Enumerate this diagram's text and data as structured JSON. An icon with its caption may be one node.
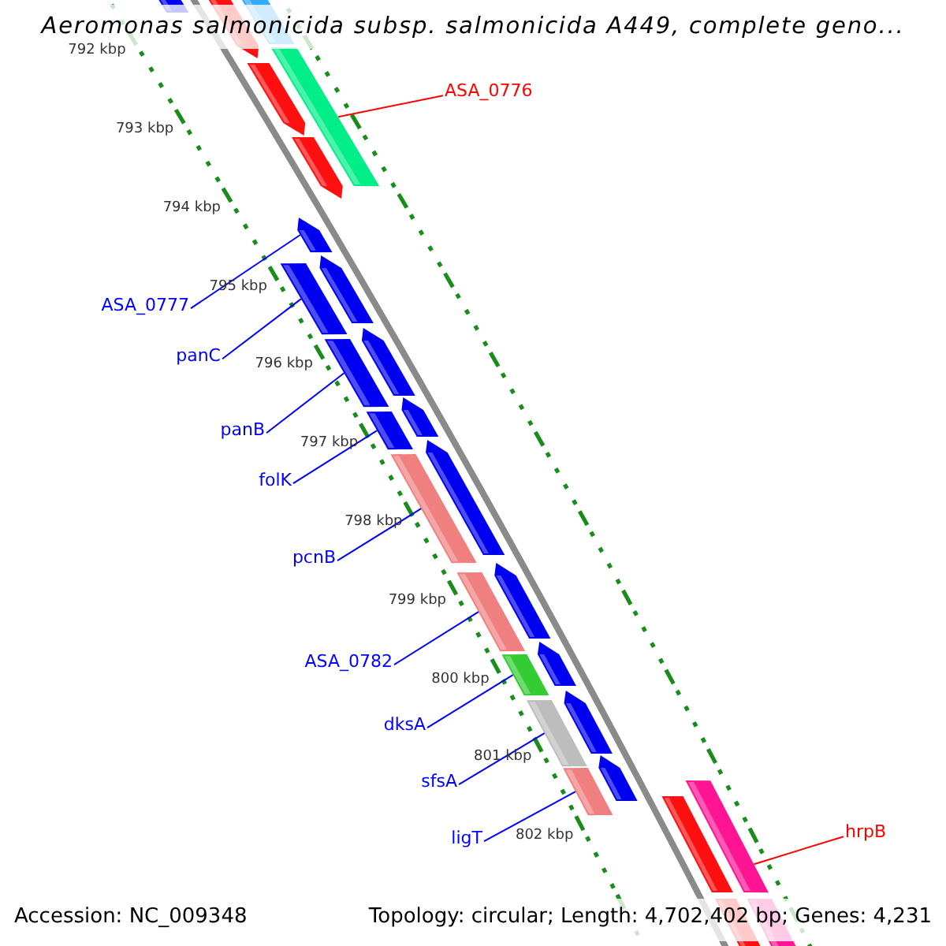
{
  "diagram": {
    "title": "Aeromonas salmonicida subsp. salmonicida A449, complete geno...",
    "nodes": [
      {
        "text": [
          "ASA_0776"
        ]
      },
      {
        "text": [],
        "shape": "bar"
      },
      {
        "text": [
          "ASA_0777"
        ]
      },
      {
        "text": [],
        "shape": "bar"
      },
      {
        "text": [
          "panC"
        ]
      },
      {
        "text": [],
        "shape": "bar"
      },
      {
        "text": [
          "panB"
        ]
      },
      {
        "text": [],
        "shape": "bar"
      },
      {
        "text": [
          "folK"
        ]
      },
      {
        "text": [],
        "shape": "bar"
      },
      {
        "text": [
          "pcnB"
        ]
      },
      {
        "text": [],
        "shape": "bar"
      },
      {
        "text": [
          "ASA_0782"
        ]
      },
      {
        "text": [],
        "shape": "bar"
      },
      {
        "text": [
          "dksA"
        ]
      },
      {
        "text": [],
        "shape": "bar"
      },
      {
        "text": [
          "sfsA"
        ]
      },
      {
        "text": [],
        "shape": "bar"
      },
      {
        "text": [
          "ligT"
        ]
      },
      {
        "text": [],
        "shape": "bar"
      },
      {
        "text": [
          "hrpB"
        ]
      },
      {
        "text": [],
        "shape": "bar"
      },
      {
        "text": [],
        "shape": "bar"
      },
      {
        "text": [],
        "shape": "bar"
      },
      {
        "text": [],
        "shape": "bar"
      },
      {
        "text": [],
        "shape": "bar"
      },
      {
        "text": [],
        "shape": "bar"
      },
      {
        "text": [],
        "shape": "bar"
      },
      {
        "text": [],
        "shape": "bar"
      },
      {
        "text": [],
        "shape": "bar"
      },
      {
        "text": [],
        "shape": "bar"
      },
      {
        "text": [],
        "shape": "bar"
      },
      {
        "text": [],
        "shape": "bar"
      },
      {
        "text": [],
        "shape": "bar"
      },
      {
        "text": [],
        "shape": "bar"
      },
      {
        "text": [],
        "shape": "bar"
      }
    ],
    "edges": [
      {
        "from": 0,
        "to": 1,
        "arrow": "none",
        "color": "#ff0000"
      },
      {
        "from": 2,
        "to": 3,
        "arrow": "none"
      },
      {
        "from": 4,
        "to": 5,
        "arrow": "none"
      },
      {
        "from": 6,
        "to": 7,
        "arrow": "none"
      },
      {
        "from": 8,
        "to": 9,
        "arrow": "none"
      },
      {
        "from": 10,
        "to": 11,
        "arrow": "none"
      },
      {
        "from": 12,
        "to": 13,
        "arrow": "none"
      },
      {
        "from": 14,
        "to": 15,
        "arrow": "none"
      },
      {
        "from": 16,
        "to": 17,
        "arrow": "none"
      },
      {
        "from": 18,
        "to": 19,
        "arrow": "none"
      },
      {
        "from": 20,
        "to": 21,
        "arrow": "none",
        "color": "#ff0000"
      }
    ],
    "labels": [
      "792 kbp",
      "793 kbp",
      "794 kbp",
      "795 kbp",
      "796 kbp",
      "797 kbp",
      "798 kbp",
      "799 kbp",
      "800 kbp",
      "801 kbp",
      "802 kbp",
      "Accession: NC_009348",
      "Topology: circular; Length: 4,702,402 bp; Genes: 4,231"
    ]
  }
}
